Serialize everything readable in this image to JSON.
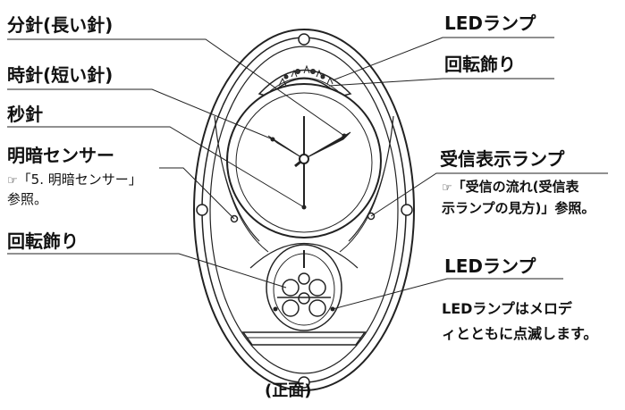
{
  "left_labels": {
    "minute_hand": "分針(長い針)",
    "hour_hand": "時針(短い針)",
    "second_hand": "秒針",
    "light_sensor": "明暗センサー",
    "rotating_ornament": "回転飾り"
  },
  "left_notes": {
    "light_sensor_ref_mark": "☞",
    "light_sensor_ref_line1": "「5. 明暗センサー」",
    "light_sensor_ref_line2": "参照。"
  },
  "right_labels": {
    "led_lamp_top": "LEDランプ",
    "rotating_ornament": "回転飾り",
    "reception_lamp": "受信表示ランプ",
    "led_lamp_bottom": "LEDランプ"
  },
  "right_notes": {
    "reception_ref_mark": "☞",
    "reception_ref_line1": "「受信の流れ(受信表",
    "reception_ref_line2": "示ランプの見方)」参照。",
    "led_note_line1": "LEDランプはメロデ",
    "led_note_line2": "ィとともに点滅します。"
  },
  "caption": "(正面)"
}
